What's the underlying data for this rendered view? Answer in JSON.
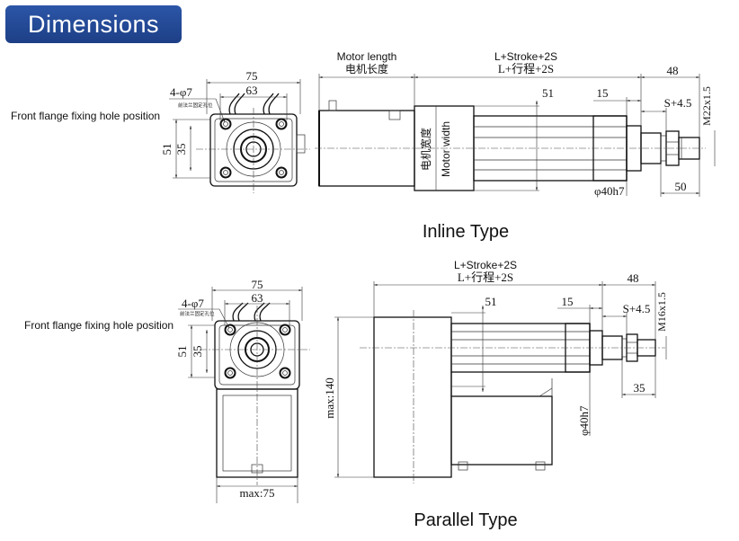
{
  "header": {
    "title": "Dimensions"
  },
  "inline": {
    "caption": "Inline Type",
    "front": {
      "dim_75": "75",
      "dim_63": "63",
      "dim_51": "51",
      "dim_35": "35",
      "hole_label": "4-φ7",
      "hole_label_cn": "前法兰固定孔位",
      "flange_label": "Front flange fixing hole position"
    },
    "side": {
      "motor_length_en": "Motor length",
      "motor_length_cn": "电机长度",
      "stroke_en": "L+Stroke+2S",
      "stroke_cn": "L+行程+2S",
      "dim_48": "48",
      "dim_51": "51",
      "dim_15": "15",
      "s_label": "S+4.5",
      "thread": "M22x1.5",
      "motor_width_cn": "电机宽度",
      "motor_width_en": "Motor width",
      "rod_dia": "φ40h7",
      "dim_50": "50"
    }
  },
  "parallel": {
    "caption": "Parallel Type",
    "front": {
      "dim_75": "75",
      "dim_63": "63",
      "dim_51": "51",
      "dim_35": "35",
      "hole_label": "4-φ7",
      "hole_label_cn": "前法兰固定孔位",
      "flange_label": "Front flange fixing hole position",
      "max75": "max:75"
    },
    "side": {
      "stroke_en": "L+Stroke+2S",
      "stroke_cn": "L+行程+2S",
      "dim_48": "48",
      "dim_51": "51",
      "dim_15": "15",
      "s_label": "S+4.5",
      "thread": "M16x1.5",
      "max140": "max:140",
      "rod_dia": "φ40h7",
      "dim_35": "35"
    }
  }
}
